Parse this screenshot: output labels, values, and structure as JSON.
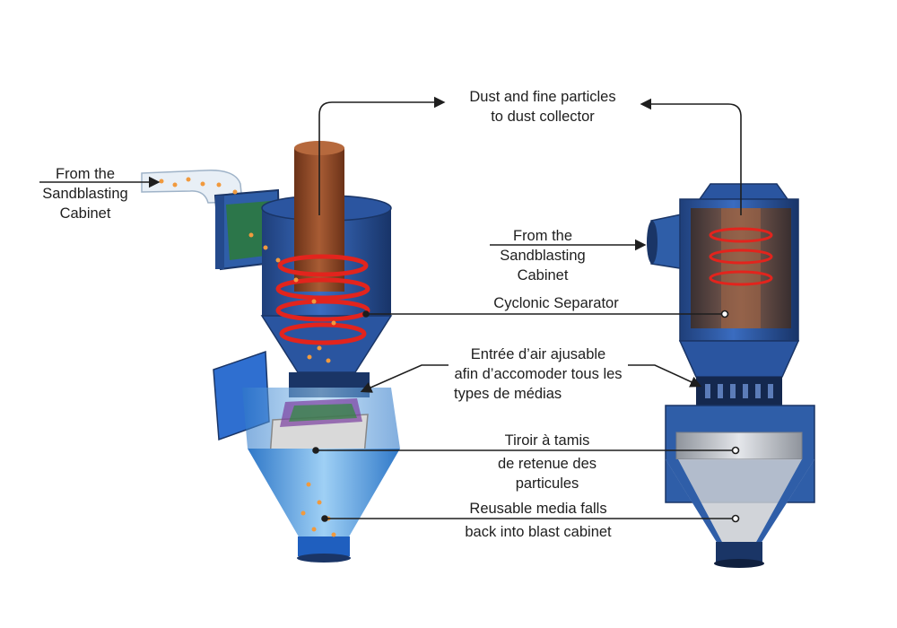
{
  "labels": {
    "dust_title_1": "Dust and fine particles",
    "dust_title_2": "to dust collector",
    "left_inlet_1": "From the",
    "left_inlet_2": "Sandblasting",
    "left_inlet_3": "Cabinet",
    "right_inlet_1": "From the",
    "right_inlet_2": "Sandblasting",
    "right_inlet_3": "Cabinet",
    "cyclonic": "Cyclonic Separator",
    "air_1": "Entrée d’air ajusable",
    "air_2": "afin d’accomoder tous les",
    "air_3": "types de médias",
    "sieve_1": "Tiroir à tamis",
    "sieve_2": "de retenue des",
    "sieve_3": "particules",
    "media_1": "Reusable media falls",
    "media_2": "back into blast cabinet"
  },
  "colors": {
    "body_blue": "#2f5ea8",
    "dark_blue": "#1a3566",
    "pipe_brown": "#8a4a2c",
    "swirl_red": "#e2241d",
    "particle_orange": "#f19a3e",
    "steel": "#c9ccd2"
  }
}
